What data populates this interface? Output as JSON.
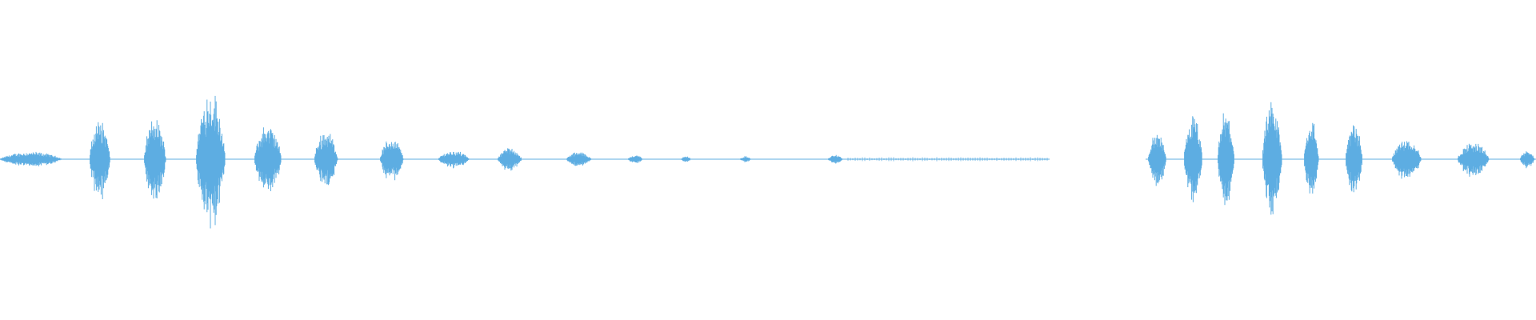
{
  "waveform": {
    "color": "#5dade2",
    "background": "#ffffff",
    "bursts": [
      {
        "start_s": 0.0,
        "end_s": 0.085,
        "peak": 0.05
      },
      {
        "start_s": 0.112,
        "end_s": 0.14,
        "peak": 0.28
      },
      {
        "start_s": 0.18,
        "end_s": 0.21,
        "peak": 0.28
      },
      {
        "start_s": 0.245,
        "end_s": 0.285,
        "peak": 0.48
      },
      {
        "start_s": 0.318,
        "end_s": 0.355,
        "peak": 0.24
      },
      {
        "start_s": 0.393,
        "end_s": 0.425,
        "peak": 0.2
      },
      {
        "start_s": 0.475,
        "end_s": 0.507,
        "peak": 0.15
      },
      {
        "start_s": 0.548,
        "end_s": 0.59,
        "peak": 0.06
      },
      {
        "start_s": 0.622,
        "end_s": 0.655,
        "peak": 0.08
      },
      {
        "start_s": 0.708,
        "end_s": 0.742,
        "peak": 0.05
      },
      {
        "start_s": 0.785,
        "end_s": 0.805,
        "peak": 0.03
      },
      {
        "start_s": 0.851,
        "end_s": 0.865,
        "peak": 0.02
      },
      {
        "start_s": 0.925,
        "end_s": 0.94,
        "peak": 0.02
      },
      {
        "start_s": 1.035,
        "end_s": 1.055,
        "peak": 0.03
      },
      {
        "start_s": 1.435,
        "end_s": 1.46,
        "peak": 0.18
      },
      {
        "start_s": 1.48,
        "end_s": 1.505,
        "peak": 0.3
      },
      {
        "start_s": 1.522,
        "end_s": 1.545,
        "peak": 0.33
      },
      {
        "start_s": 1.578,
        "end_s": 1.605,
        "peak": 0.38
      },
      {
        "start_s": 1.63,
        "end_s": 1.65,
        "peak": 0.28
      },
      {
        "start_s": 1.682,
        "end_s": 1.705,
        "peak": 0.25
      },
      {
        "start_s": 1.74,
        "end_s": 1.78,
        "peak": 0.15
      },
      {
        "start_s": 1.822,
        "end_s": 1.865,
        "peak": 0.12
      },
      {
        "start_s": 1.9,
        "end_s": 1.92,
        "peak": 0.06
      }
    ],
    "silence_gap_s": [
      1.312,
      1.432
    ],
    "duration_s": 1.92
  }
}
